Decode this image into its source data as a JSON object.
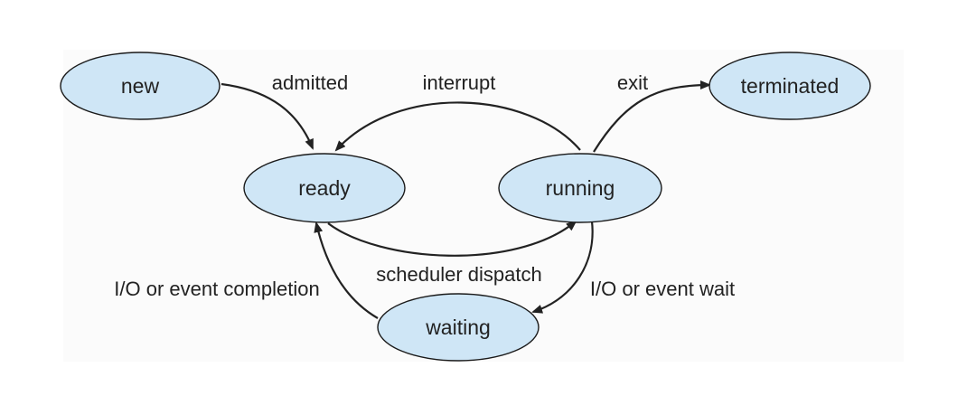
{
  "diagram": {
    "states": {
      "new": "new",
      "ready": "ready",
      "running": "running",
      "waiting": "waiting",
      "terminated": "terminated"
    },
    "transitions": {
      "admitted": "admitted",
      "interrupt": "interrupt",
      "exit": "exit",
      "scheduler_dispatch": "scheduler dispatch",
      "io_event_completion": "I/O or event completion",
      "io_event_wait": "I/O or event wait"
    },
    "edges": [
      {
        "from": "new",
        "to": "ready",
        "label": "admitted"
      },
      {
        "from": "running",
        "to": "ready",
        "label": "interrupt"
      },
      {
        "from": "running",
        "to": "terminated",
        "label": "exit"
      },
      {
        "from": "ready",
        "to": "running",
        "label": "scheduler dispatch"
      },
      {
        "from": "running",
        "to": "waiting",
        "label": "I/O or event wait"
      },
      {
        "from": "waiting",
        "to": "ready",
        "label": "I/O or event completion"
      }
    ],
    "colors": {
      "state_fill": "#cfe6f6",
      "outline": "#1a1a1a",
      "text": "#222222"
    }
  }
}
